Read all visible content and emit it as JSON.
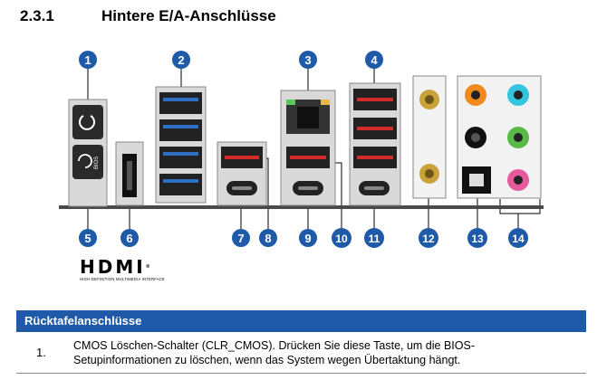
{
  "heading": {
    "number": "2.3.1",
    "title": "Hintere E/A-Anschlüsse"
  },
  "diagram": {
    "callouts": [
      "1",
      "2",
      "3",
      "4",
      "5",
      "6",
      "7",
      "8",
      "9",
      "10",
      "11",
      "12",
      "13",
      "14"
    ],
    "bios_label": "BIOS",
    "colors": {
      "callout": "#1e5aa8",
      "usb_blue": "#2c6fc4",
      "usb_red": "#d22b2b",
      "audio_orange": "#f08a1c",
      "audio_cyan": "#33c5e0",
      "audio_green": "#58b848",
      "audio_pink": "#e65a9c",
      "audio_black": "#111111",
      "io_panel": "#4a4a4a"
    }
  },
  "hdmi_logo": {
    "word": "HDMI",
    "trademark": "®",
    "tagline": "HIGH-DEFINITION MULTIMEDIA INTERFACE"
  },
  "table": {
    "header": "Rücktafelanschlüsse",
    "rows": [
      {
        "num": "1.",
        "text_line1": "CMOS Löschen-Schalter (CLR_CMOS). Drücken Sie diese Taste, um die BIOS-",
        "text_line2": "Setupinformationen zu löschen, wenn das System wegen Übertaktung hängt."
      }
    ]
  }
}
